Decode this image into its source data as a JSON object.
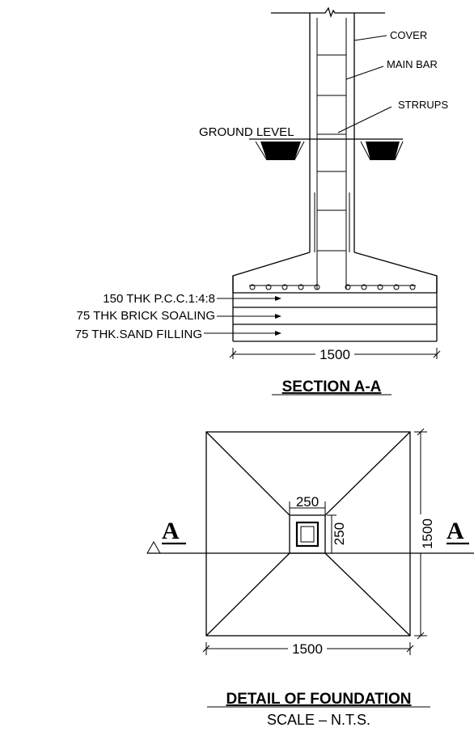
{
  "section": {
    "title": "SECTION A-A",
    "labels": {
      "cover": "COVER",
      "main_bar": "MAIN BAR",
      "stirrups": "STRRUPS",
      "ground_level": "GROUND LEVEL"
    },
    "layers": [
      "150 THK P.C.C.1:4:8",
      "75 THK BRICK SOALING",
      "75 THK.SAND FILLING"
    ],
    "width_dim": "1500"
  },
  "plan": {
    "title": "DETAIL OF FOUNDATION",
    "scale": "SCALE – N.T.S.",
    "column_width": "250",
    "column_depth": "250",
    "width_dim": "1500",
    "height_dim": "1500",
    "section_marker": "A"
  }
}
